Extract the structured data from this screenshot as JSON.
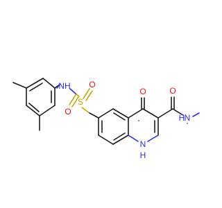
{
  "molecule": {
    "atoms": {
      "sulfonamide_nh": "NH",
      "sulfonyl_s": "S",
      "sulfonyl_o_top": "O",
      "sulfonyl_o_bottom": "O",
      "ketone_o": "O",
      "amide_nh": "N",
      "amide_h": "H",
      "amide_o": "O",
      "ring_nh": "N",
      "ring_h": "H"
    },
    "colors": {
      "carbon": "#1a1a1a",
      "nitrogen": "#2a2cf0",
      "oxygen": "#ff0d0d",
      "sulfur": "#c8a400"
    }
  }
}
